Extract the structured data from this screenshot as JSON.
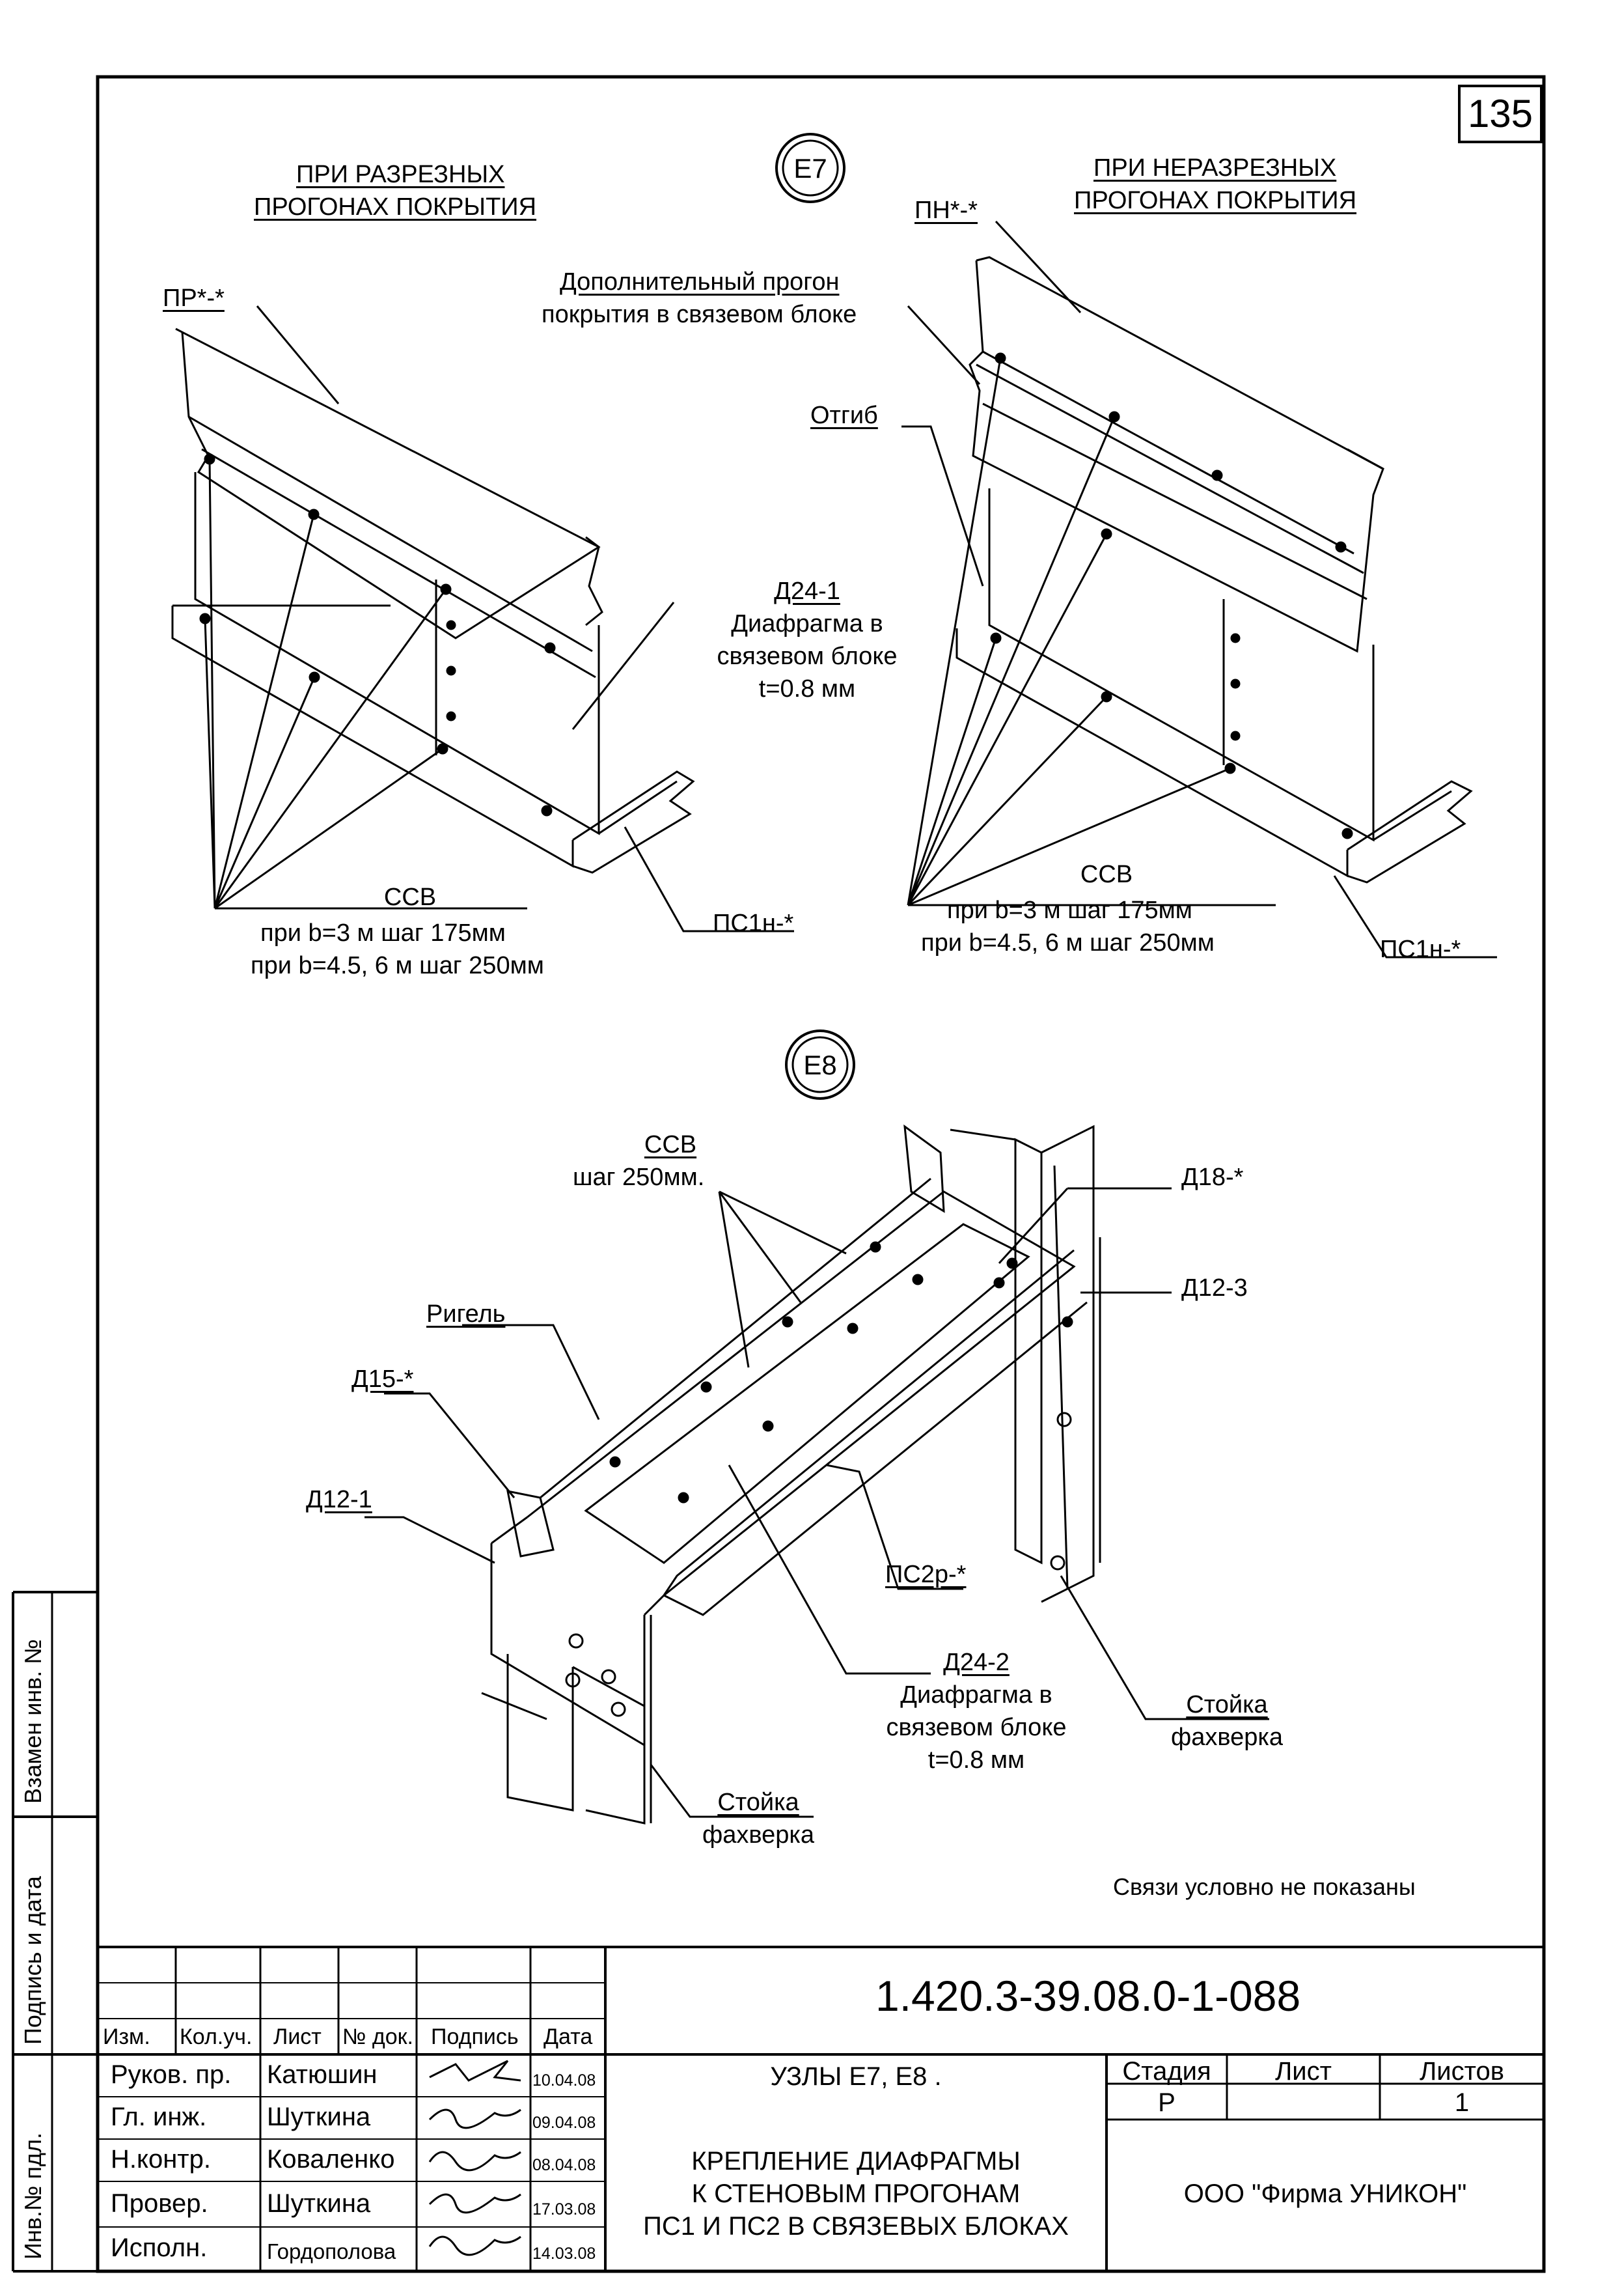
{
  "sheet_number": "135",
  "node_e7": {
    "marker": "Е7",
    "left_title_line1": "ПРИ РАЗРЕЗНЫХ",
    "left_title_line2": "ПРОГОНАХ ПОКРЫТИЯ",
    "right_title_line1": "ПРИ НЕРАЗРЕЗНЫХ",
    "right_title_line2": "ПРОГОНАХ ПОКРЫТИЯ",
    "label_pr": "ПР*-*",
    "label_pn": "ПН*-*",
    "label_extra_line1": "Дополнительный прогон",
    "label_extra_line2": "покрытия в связевом блоке",
    "label_otgib": "Отгиб",
    "label_d24_1": "Д24-1",
    "label_diaphragm_line1": "Диафрагма в",
    "label_diaphragm_line2": "связевом блоке",
    "label_thickness": "t=0.8 мм",
    "label_ssv": "ССВ",
    "label_step1": "при b=3 м шаг 175мм",
    "label_step2": "при b=4.5, 6 м шаг 250мм",
    "label_ps1n": "ПС1н-*"
  },
  "node_e8": {
    "marker": "Е8",
    "label_ssv": "ССВ",
    "label_ssv_step": "шаг 250мм.",
    "label_d18": "Д18-*",
    "label_d12_3": "Д12-3",
    "label_rigel": "Ригель",
    "label_d15": "Д15-*",
    "label_d12_1": "Д12-1",
    "label_ps2r": "ПС2р-*",
    "label_d24_2": "Д24-2",
    "label_diaphragm_line1": "Диафрагма в",
    "label_diaphragm_line2": "связевом блоке",
    "label_thickness": "t=0.8 мм",
    "label_post_line1": "Стойка",
    "label_post_line2": "фахверка",
    "note": "Связи условно не показаны"
  },
  "side_stamps": {
    "replaced": "Взамен инв. №",
    "signature_date": "Подпись и дата",
    "inventory": "Инв.№ пдл."
  },
  "title_block": {
    "doc_code": "1.420.3-39.08.0-1-088",
    "headers": [
      "Изм.",
      "Кол.уч.",
      "Лист",
      "№ док.",
      "Подпись",
      "Дата"
    ],
    "rows": [
      {
        "role": "Руков. пр.",
        "name": "Катюшин",
        "date": "10.04.08"
      },
      {
        "role": "Гл. инж.",
        "name": "Шуткина",
        "date": "09.04.08"
      },
      {
        "role": "Н.контр.",
        "name": "Коваленко",
        "date": "08.04.08"
      },
      {
        "role": "Провер.",
        "name": "Шуткина",
        "date": "17.03.08"
      },
      {
        "role": "Исполн.",
        "name": "Гордополова",
        "date": "14.03.08"
      }
    ],
    "title_line1": "УЗЛЫ Е7, Е8 .",
    "title_line2": "КРЕПЛЕНИЕ ДИАФРАГМЫ",
    "title_line3": "К СТЕНОВЫМ ПРОГОНАМ",
    "title_line4": "ПС1 И ПС2 В СВЯЗЕВЫХ БЛОКАХ",
    "stage_header": "Стадия",
    "sheet_header": "Лист",
    "sheets_header": "Листов",
    "stage_value": "Р",
    "sheet_value": "",
    "sheets_value": "1",
    "company": "ООО \"Фирма УНИКОН\""
  }
}
